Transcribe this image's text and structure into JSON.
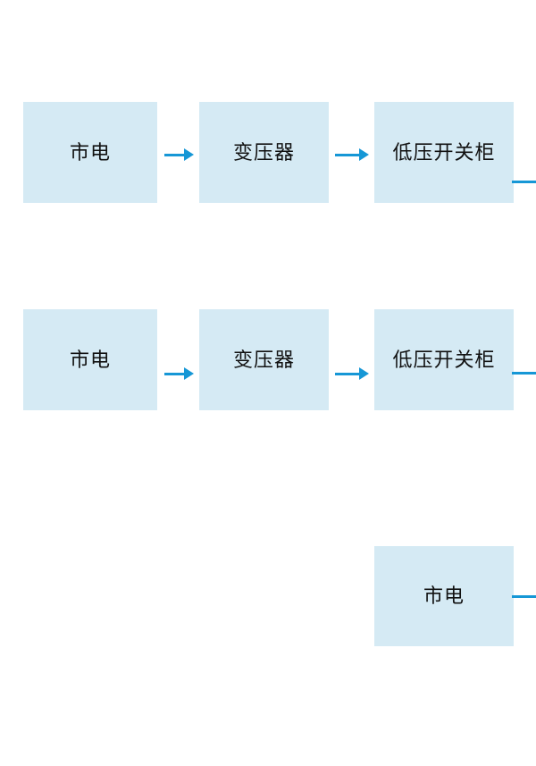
{
  "diagram": {
    "type": "flowchart",
    "colors": {
      "background": "#ffffff",
      "node_fill": "#d5eaf4",
      "node_text": "#111111",
      "connector": "#1697d6"
    },
    "nodes": [
      {
        "id": "r1-mains",
        "row": 1,
        "label": "市电"
      },
      {
        "id": "r1-transformer",
        "row": 1,
        "label": "变压器"
      },
      {
        "id": "r1-lv-switchgear",
        "row": 1,
        "label": "低压开关柜"
      },
      {
        "id": "r2-mains",
        "row": 2,
        "label": "市电"
      },
      {
        "id": "r2-transformer",
        "row": 2,
        "label": "变压器"
      },
      {
        "id": "r2-lv-switchgear",
        "row": 2,
        "label": "低压开关柜"
      },
      {
        "id": "r3-mains",
        "row": 3,
        "label": "市电"
      }
    ],
    "connections": [
      {
        "from": "r1-mains",
        "to": "r1-transformer",
        "type": "arrow"
      },
      {
        "from": "r1-transformer",
        "to": "r1-lv-switchgear",
        "type": "arrow"
      },
      {
        "from": "r1-lv-switchgear",
        "to": "offscreen-right",
        "type": "line"
      },
      {
        "from": "r2-mains",
        "to": "r2-transformer",
        "type": "arrow"
      },
      {
        "from": "r2-transformer",
        "to": "r2-lv-switchgear",
        "type": "arrow"
      },
      {
        "from": "r2-lv-switchgear",
        "to": "offscreen-right",
        "type": "line"
      },
      {
        "from": "r3-mains",
        "to": "offscreen-right",
        "type": "line"
      }
    ]
  }
}
